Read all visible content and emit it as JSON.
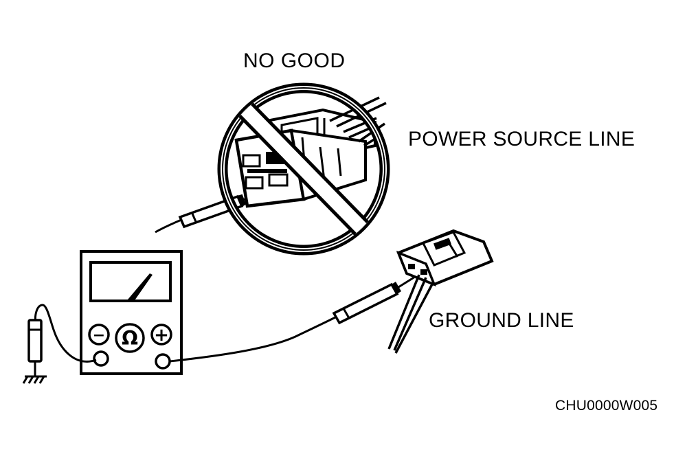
{
  "labels": {
    "no_good": "NO GOOD",
    "power_source_line": "POWER SOURCE LINE",
    "ground_line": "GROUND LINE",
    "figure_code": "CHU0000W005"
  },
  "meter": {
    "minus_symbol": "−",
    "ohm_symbol": "Ω",
    "plus_symbol": "+"
  },
  "colors": {
    "ink": "#000000",
    "paper": "#ffffff"
  }
}
